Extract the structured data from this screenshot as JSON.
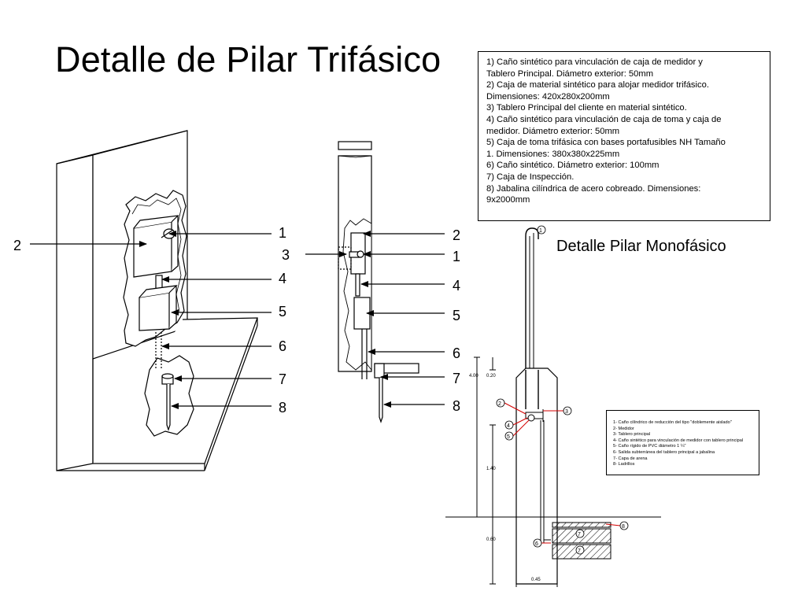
{
  "title_main": "Detalle de Pilar Trifásico",
  "title_mono": "Detalle Pilar Monofásico",
  "legend_trifasico": [
    "1) Caño sintético para vinculación de caja de medidor y",
    "Tablero Principal. Diámetro exterior: 50mm",
    "2) Caja de material sintético para alojar medidor trifásico.",
    "Dimensiones: 420x280x200mm",
    "3) Tablero Principal del cliente en material sintético.",
    "4) Caño sintético para vinculación de caja de toma y caja de",
    "medidor. Diámetro exterior: 50mm",
    "5) Caja de toma trifásica con bases portafusibles NH Tamaño",
    "1. Dimensiones: 380x380x225mm",
    "6) Caño sintético. Diámetro exterior: 100mm",
    "7) Caja de Inspección.",
    "8) Jabalina cilíndrica de acero cobreado. Dimensiones:",
    "9x2000mm"
  ],
  "legend_monofasico": [
    "1- Caño cilíndrico de reducción del tipo \"doblemente aislado\"",
    "2- Medidor",
    "3- Tablero principal",
    "4- Caño sintético para vinculación de medidor con tablero principal",
    "5- Caño rígido de PVC diámetro 1 ¼\"",
    "6- Salida subterránea del tablero principal a jabalina",
    "7- Capa de arena",
    "8- Ladrillos"
  ],
  "iso_labels": {
    "left_2": "2",
    "r1": "1",
    "r3": "3",
    "r4": "4",
    "r5": "5",
    "r6": "6",
    "r7": "7",
    "r8": "8"
  },
  "side_labels": {
    "s2": "2",
    "s1": "1",
    "s4": "4",
    "s5": "5",
    "s6": "6",
    "s7": "7",
    "s8": "8"
  },
  "mono_circles": {
    "c1": "1",
    "c2": "2",
    "c3": "3",
    "c4": "4",
    "c5": "5",
    "c6": "6",
    "c7a": "7",
    "c7b": "7",
    "c8": "8"
  },
  "dimensions": {
    "d400": "4.00",
    "d020": "0.20",
    "d140": "1.40",
    "d060": "0.60",
    "d045": "0.45"
  }
}
